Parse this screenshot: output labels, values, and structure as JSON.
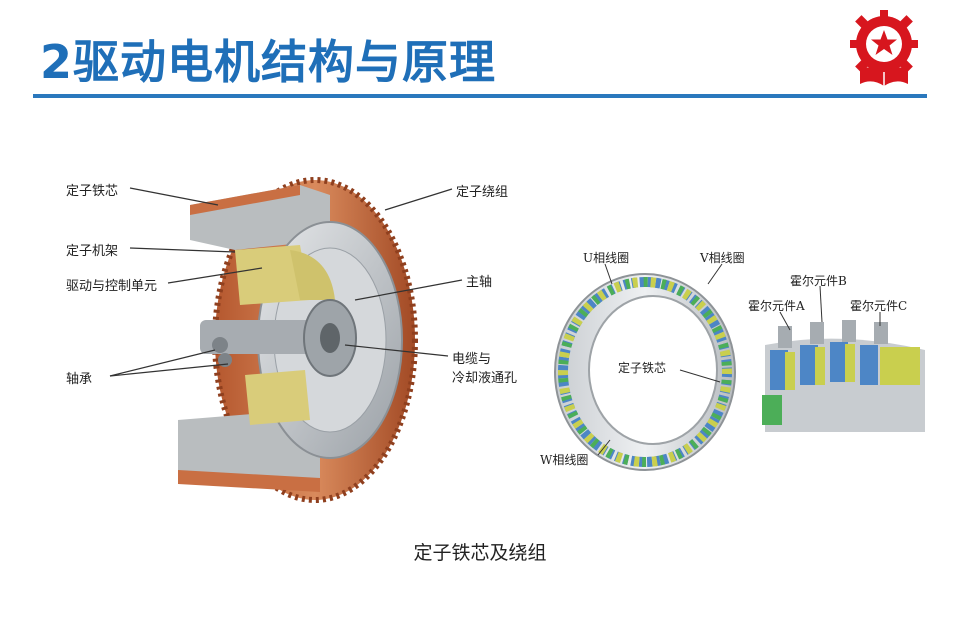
{
  "slide": {
    "title": "2驱动电机结构与原理",
    "caption": "定子铁芯及绕组"
  },
  "motor_labels": {
    "stator_core": "定子铁芯",
    "stator_frame": "定子机架",
    "drive_control": "驱动与控制单元",
    "bearing": "轴承",
    "stator_winding": "定子绕组",
    "main_shaft": "主轴",
    "cable_line1": "电缆与",
    "cable_line2": "冷却液通孔"
  },
  "stator_labels": {
    "u_coil": "U相线圈",
    "v_coil": "V相线圈",
    "w_coil": "W相线圈",
    "core": "定子铁芯",
    "hall_a": "霍尔元件A",
    "hall_b": "霍尔元件B",
    "hall_c": "霍尔元件C"
  },
  "colors": {
    "title": "#1f6fb8",
    "rule": "#2a78bd",
    "logo_red": "#d7161e"
  }
}
